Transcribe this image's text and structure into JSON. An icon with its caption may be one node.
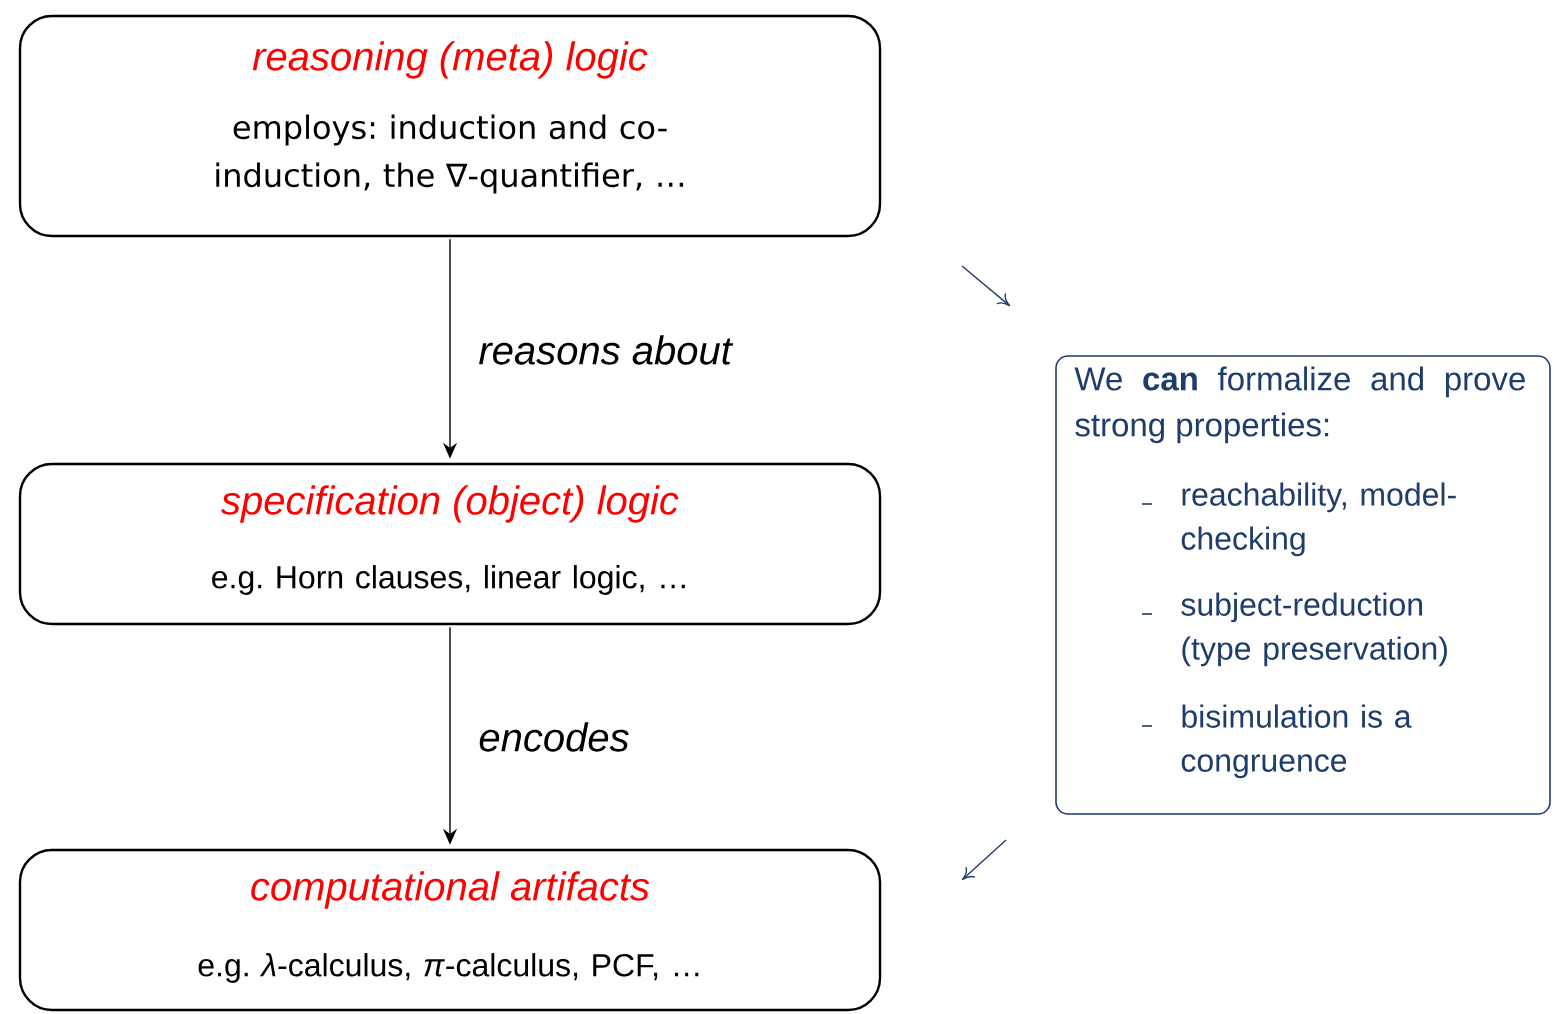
{
  "diagram": {
    "nodes": [
      {
        "text": [
          "reasoning (meta) logic",
          "employs: induction and co-induction, the ∇-quantifier, …"
        ]
      },
      {
        "text": [
          "specification (object) logic",
          "e.g. Horn clauses, linear logic, …"
        ]
      },
      {
        "text": [
          "computational artifacts",
          "e.g. *λ*-calculus, *π*-calculus, PCF, …"
        ]
      },
      {
        "text": [
          "We **can** formalize and prove strong properties:",
          "reachability, model-checking",
          "subject-reduction (type preservation)",
          "bisimulation is a congruence"
        ]
      }
    ],
    "edges": [
      {
        "from": 0,
        "to": 1,
        "arrow": "to",
        "label": "reasons about"
      },
      {
        "from": 1,
        "to": 2,
        "arrow": "to",
        "label": "encodes"
      }
    ]
  }
}
